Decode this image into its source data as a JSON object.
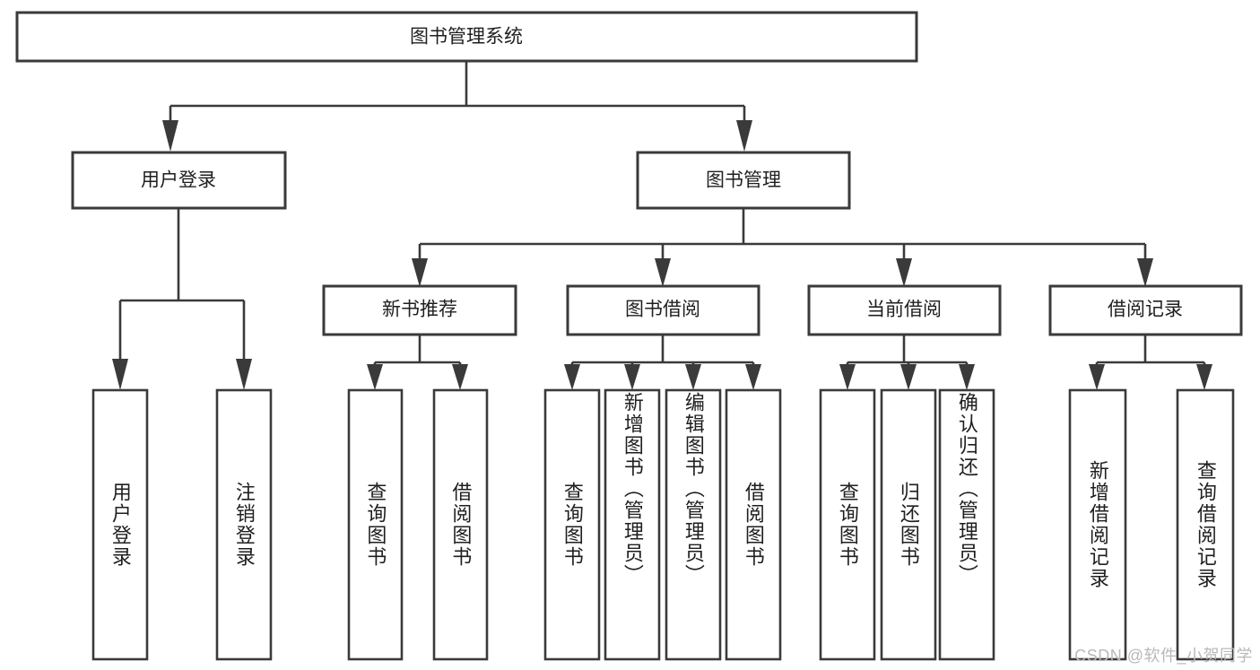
{
  "diagram": {
    "type": "tree",
    "title": "图书管理系统",
    "watermark": "CSDN @软件_小贺同学",
    "colors": {
      "stroke": "#3a3a3a",
      "fill": "#ffffff",
      "text": "#1f1f1f",
      "watermark": "#b9b9b9"
    },
    "root": {
      "label": "图书管理系统"
    },
    "level2": [
      {
        "label": "用户登录"
      },
      {
        "label": "图书管理"
      }
    ],
    "level3": [
      {
        "label": "新书推荐"
      },
      {
        "label": "图书借阅"
      },
      {
        "label": "当前借阅"
      },
      {
        "label": "借阅记录"
      }
    ],
    "leaves": {
      "user_login": [
        {
          "label": "用户登录"
        },
        {
          "label": "注销登录"
        }
      ],
      "new_book_recommend": [
        {
          "label": "查询图书"
        },
        {
          "label": "借阅图书"
        }
      ],
      "book_borrow": [
        {
          "label": "查询图书"
        },
        {
          "label": "新增图书（管理员）"
        },
        {
          "label": "编辑图书（管理员）"
        },
        {
          "label": "借阅图书"
        }
      ],
      "current_borrow": [
        {
          "label": "查询图书"
        },
        {
          "label": "归还图书"
        },
        {
          "label": "确认归还（管理员）"
        }
      ],
      "borrow_record": [
        {
          "label": "新增借阅记录"
        },
        {
          "label": "查询借阅记录"
        }
      ]
    }
  }
}
